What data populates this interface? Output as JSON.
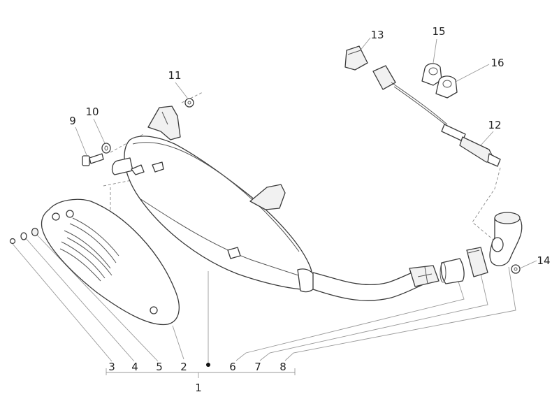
{
  "diagram": {
    "callouts": [
      {
        "id": "1",
        "text": "1"
      },
      {
        "id": "2",
        "text": "2"
      },
      {
        "id": "3",
        "text": "3"
      },
      {
        "id": "4",
        "text": "4"
      },
      {
        "id": "5",
        "text": "5"
      },
      {
        "id": "6",
        "text": "6"
      },
      {
        "id": "7",
        "text": "7"
      },
      {
        "id": "8",
        "text": "8"
      },
      {
        "id": "9",
        "text": "9"
      },
      {
        "id": "10",
        "text": "10"
      },
      {
        "id": "11",
        "text": "11"
      },
      {
        "id": "12",
        "text": "12"
      },
      {
        "id": "13",
        "text": "13"
      },
      {
        "id": "14",
        "text": "14"
      },
      {
        "id": "15",
        "text": "15"
      },
      {
        "id": "16",
        "text": "16"
      }
    ]
  }
}
